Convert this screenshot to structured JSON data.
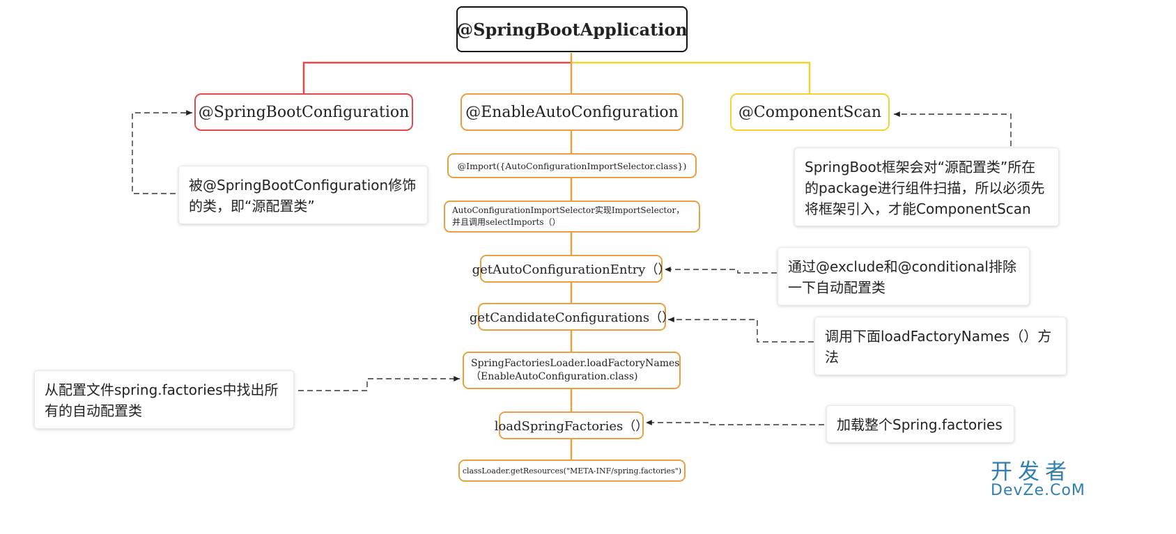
{
  "root": "@SpringBootApplication",
  "level1": {
    "left": "@SpringBootConfiguration",
    "center": "@EnableAutoConfiguration",
    "right": "@ComponentScan"
  },
  "chain": [
    "@Import({AutoConfigurationImportSelector.class})",
    "AutoConfigurationImportSelector实现ImportSelector，并且调用selectImports（）",
    "getAutoConfigurationEntry（）",
    "getCandidateConfigurations（）",
    "SpringFactoriesLoader.loadFactoryNames（EnableAutoConfiguration.class)",
    "loadSpringFactories（）",
    "classLoader.getResources(\"META-INF/spring.factories\")"
  ],
  "notes": {
    "source_class": "被@SpringBootConfiguration修饰的类，即“源配置类”",
    "component_scan": "SpringBoot框架会对“源配置类”所在的package进行组件扫描，所以必须先将框架引入，才能ComponentScan",
    "exclude": "通过@exclude和@conditional排除一下自动配置类",
    "call_load": "调用下面loadFactoryNames（）方法",
    "find_all": "从配置文件spring.factories中找出所有的自动配置类",
    "load_all": "加载整个Spring.factories"
  },
  "watermark": {
    "cn": "开发者",
    "en": "DevZe.CoM"
  },
  "colors": {
    "red": "#e04a48",
    "orange": "#e8a040",
    "yellow": "#f2d430",
    "black": "#111111"
  }
}
